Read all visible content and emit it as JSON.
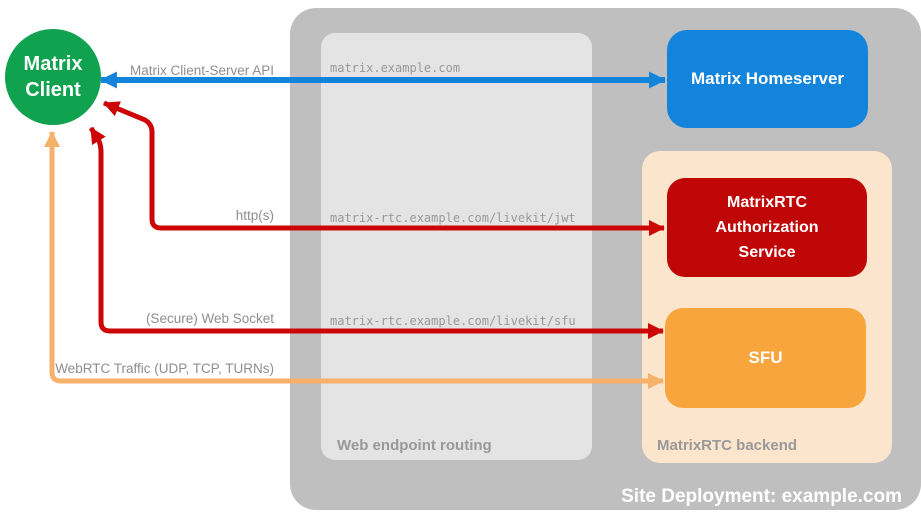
{
  "colors": {
    "client_green": "#10A24F",
    "homeserver_blue": "#1384DB",
    "auth_red": "#C00707",
    "sfu_orange": "#F8A53D",
    "backend_peach": "#FCE5CD",
    "site_gray": "#BFBFBF",
    "routing_gray": "#E4E4E4",
    "label_gray": "#999999"
  },
  "nodes": {
    "client": {
      "label": "Matrix Client"
    },
    "homeserver": {
      "label": "Matrix Homeserver"
    },
    "auth_service": {
      "label": "MatrixRTC Authorization Service"
    },
    "sfu": {
      "label": "SFU"
    }
  },
  "containers": {
    "site": {
      "label": "Site Deployment: example.com"
    },
    "routing": {
      "label": "Web endpoint routing"
    },
    "backend": {
      "label": "MatrixRTC backend"
    }
  },
  "arrows": [
    {
      "id": "client-server-api",
      "label": "Matrix Client-Server API",
      "endpoint": "matrix.example.com",
      "color": "#1384DB"
    },
    {
      "id": "https",
      "label": "http(s)",
      "endpoint": "matrix-rtc.example.com/livekit/jwt",
      "color": "#CC0606"
    },
    {
      "id": "websocket",
      "label": "(Secure) Web Socket",
      "endpoint": "matrix-rtc.example.com/livekit/sfu",
      "color": "#CC0606"
    },
    {
      "id": "webrtc",
      "label": "WebRTC Traffic (UDP, TCP, TURNs)",
      "endpoint": "",
      "color": "#F6B26B"
    }
  ]
}
